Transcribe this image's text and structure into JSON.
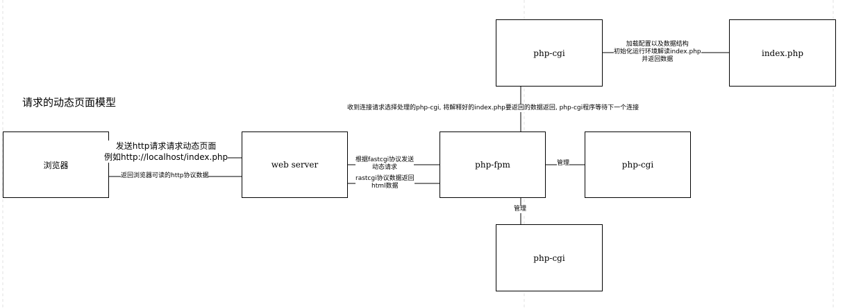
{
  "title": "请求的动态页面模型",
  "nodes": {
    "browser": "浏览器",
    "web_server": "web server",
    "php_fpm": "php-fpm",
    "php_cgi_top": "php-cgi",
    "index_php": "index.php",
    "php_cgi_right": "php-cgi",
    "php_cgi_bottom": "php-cgi"
  },
  "labels": {
    "request_line1": "发送http请求请求动态页面",
    "request_line2": "例如http://localhost/index.php",
    "response": "返回浏览器可读的http协议数据",
    "fastcgi_send_line1": "根据fastcgi协议发送",
    "fastcgi_send_line2": "动态请求",
    "fastcgi_return_line1": "rastcgi协议数据返回",
    "fastcgi_return_line2": "html数据",
    "load_line1": "加载配置以及数据结构",
    "load_line2": "初始化运行环境解读index.php",
    "load_line3": "并返回数据",
    "connection_flow": "收到连接请求选择处理的php-cgi, 将解释好的index.php要返回的数据返回, php-cgi程序等待下一个连接",
    "manage_right": "管理",
    "manage_bottom": "管理"
  }
}
